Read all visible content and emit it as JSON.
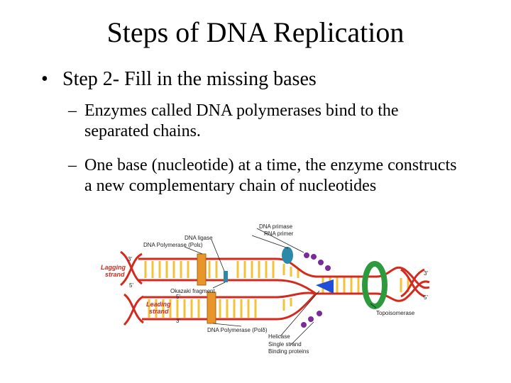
{
  "slide": {
    "title": "Steps of DNA Replication",
    "bullet": "Step 2- Fill in the missing bases",
    "sub_points": [
      "Enzymes called DNA polymerases bind to the separated chains.",
      "One base (nucleotide) at a time, the enzyme constructs a new complementary chain of nucleotides"
    ],
    "bullet_marker": "•",
    "sub_marker": "–"
  },
  "diagram": {
    "labels": {
      "dna_primase": "DNA primase",
      "rna_primer": "RNA primer",
      "dna_ligase": "DNA ligase",
      "dna_pol_e": "DNA Polymerase (Polε)",
      "okazaki": "Okazaki fragment",
      "dna_pol_d": "DNA Polymerase (Polδ)",
      "helicase": "Helicase",
      "single_strand_1": "Single strand",
      "single_strand_2": "Binding proteins",
      "topoisomerase": "Topoisomerase",
      "lagging_1": "Lagging",
      "lagging_2": "strand",
      "leading_1": "Leading",
      "leading_2": "strand",
      "three_prime": "3'",
      "five_prime": "5'"
    },
    "colors": {
      "strand_red": "#d42a1e",
      "polymerase_orange": "#e8962a",
      "base_yellow": "#f2c33a",
      "topoisomerase_green": "#2e9a3e",
      "helicase_blue": "#1f4fd8",
      "primase_teal": "#2a8aa8",
      "ssb_purple": "#7a2a9a"
    }
  }
}
